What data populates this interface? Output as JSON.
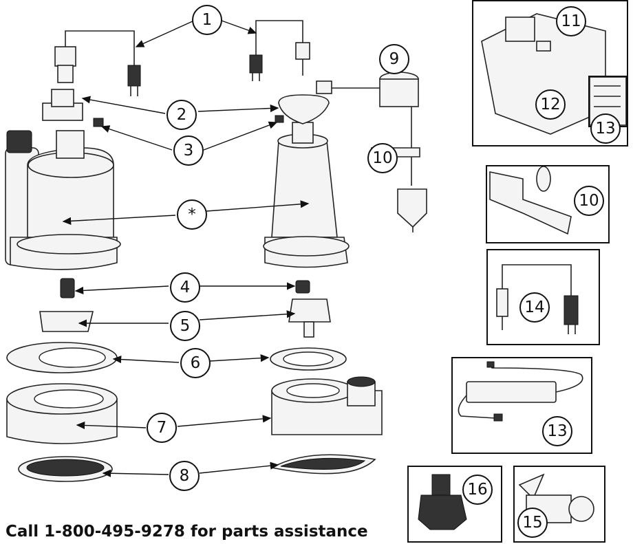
{
  "callouts": {
    "c1": "1",
    "c2": "2",
    "c3": "3",
    "c_star": "*",
    "c4": "4",
    "c5": "5",
    "c6": "6",
    "c7": "7",
    "c8": "8",
    "c9": "9",
    "c10a": "10",
    "c11": "11",
    "c12": "12",
    "c13a": "13",
    "c10b": "10",
    "c14": "14",
    "c13b": "13",
    "c16": "16",
    "c15": "15"
  },
  "footer_text": "Call 1-800-495-9278 for parts assistance",
  "colors": {
    "line": "#111111",
    "part_fill": "#f4f4f4"
  }
}
